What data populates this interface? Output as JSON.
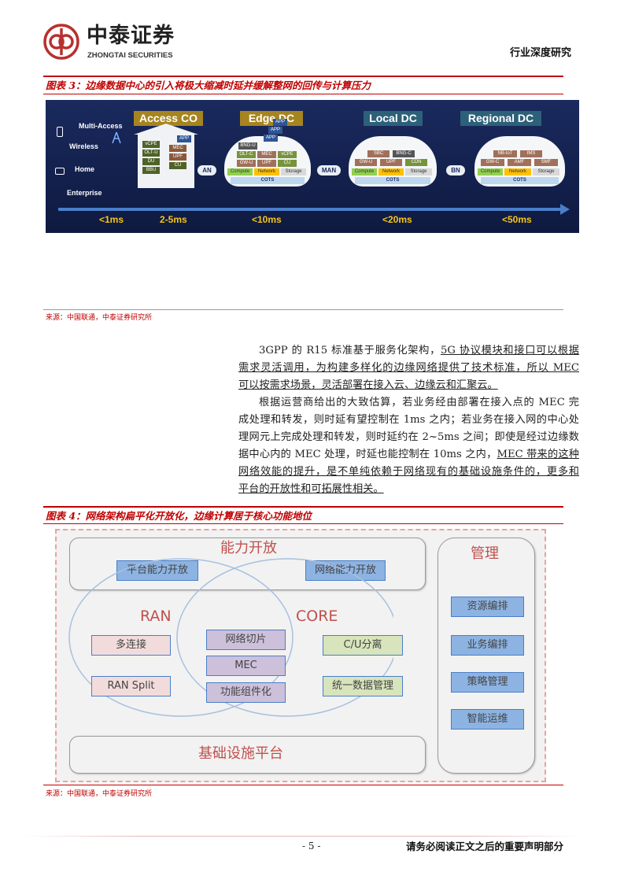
{
  "header": {
    "logo_cn": "中泰证券",
    "logo_en": "ZHONGTAI SECURITIES",
    "report_type": "行业深度研究"
  },
  "figure3": {
    "caption": "图表 3：边缘数据中心的引入将极大缩减时延并缓解整网的回传与计算压力",
    "tiers": [
      "Access CO",
      "Edge DC",
      "Local DC",
      "Regional DC"
    ],
    "access_types": [
      "Multi-Access",
      "Wireless",
      "Home",
      "Enterprise"
    ],
    "access_co_modules": [
      "vCPE",
      "OLT-U",
      "DU",
      "BBU",
      "MEC",
      "UPF",
      "CU",
      "APP"
    ],
    "edge_dc_modules": [
      "APP",
      "APP",
      "APP",
      "BNG-U",
      "OLT-C",
      "MEC",
      "vCPE",
      "GW-U",
      "UPF",
      "CU"
    ],
    "local_dc_modules": [
      "SBC",
      "BNG-C",
      "GW-U",
      "UPF",
      "CDN"
    ],
    "regional_dc_modules": [
      "NB-IoT",
      "IMS",
      "GW-C",
      "AMF",
      "SMF"
    ],
    "resource_row": [
      "Compute",
      "Network",
      "Storage"
    ],
    "cots": "COTS",
    "links": [
      "AN",
      "MAN",
      "BN"
    ],
    "latencies": [
      "<1ms",
      "2-5ms",
      "<10ms",
      "<20ms",
      "<50ms"
    ],
    "source": "来源：中国联通，中泰证券研究所"
  },
  "body": {
    "p1_a": "3GPP 的 R15 标准基于服务化架构，",
    "p1_b": "5G 协议模块和接口可以根据",
    "p1_c": "需求灵活调用，为构建多样化的边缘网络提供了技术标准，所以 MEC",
    "p1_d": "可以按需求场景，灵活部署在接入云、边缘云和汇聚云。",
    "p2_a": "根据运营商给出的大致估算，若业务经由部署在接入点的 MEC 完",
    "p2_b": "成处理和转发，则时延有望控制在 1ms 之内；若业务在接入网的中心处",
    "p2_c": "理网元上完成处理和转发，则时延约在 2~5ms 之间；即使是经过边缘数",
    "p2_d": "据中心内的 MEC 处理，时延也能控制在 10ms 之内，",
    "p2_e": "MEC 带来的这种",
    "p2_f": "网络效能的提升，是不单纯依赖于网络现有的基础设施条件的，更多和",
    "p2_g": "平台的开放性和可拓展性相关。"
  },
  "figure4": {
    "caption": "图表 4：网络架构扁平化开放化，边缘计算居于核心功能地位",
    "capability_title": "能力开放",
    "capability_items": [
      "平台能力开放",
      "网络能力开放"
    ],
    "ran_title": "RAN",
    "core_title": "CORE",
    "ran_items": [
      "多连接",
      "RAN Split"
    ],
    "shared_items": [
      "网络切片",
      "MEC",
      "功能组件化"
    ],
    "core_items": [
      "C/U分离",
      "统一数据管理"
    ],
    "infra_title": "基础设施平台",
    "mgmt_title": "管理",
    "mgmt_items": [
      "资源编排",
      "业务编排",
      "策略管理",
      "智能运维"
    ],
    "source": "来源：中国联通，中泰证券研究所"
  },
  "footer": {
    "page": "- 5 -",
    "disclaimer": "请务必阅读正文之后的重要声明部分"
  }
}
